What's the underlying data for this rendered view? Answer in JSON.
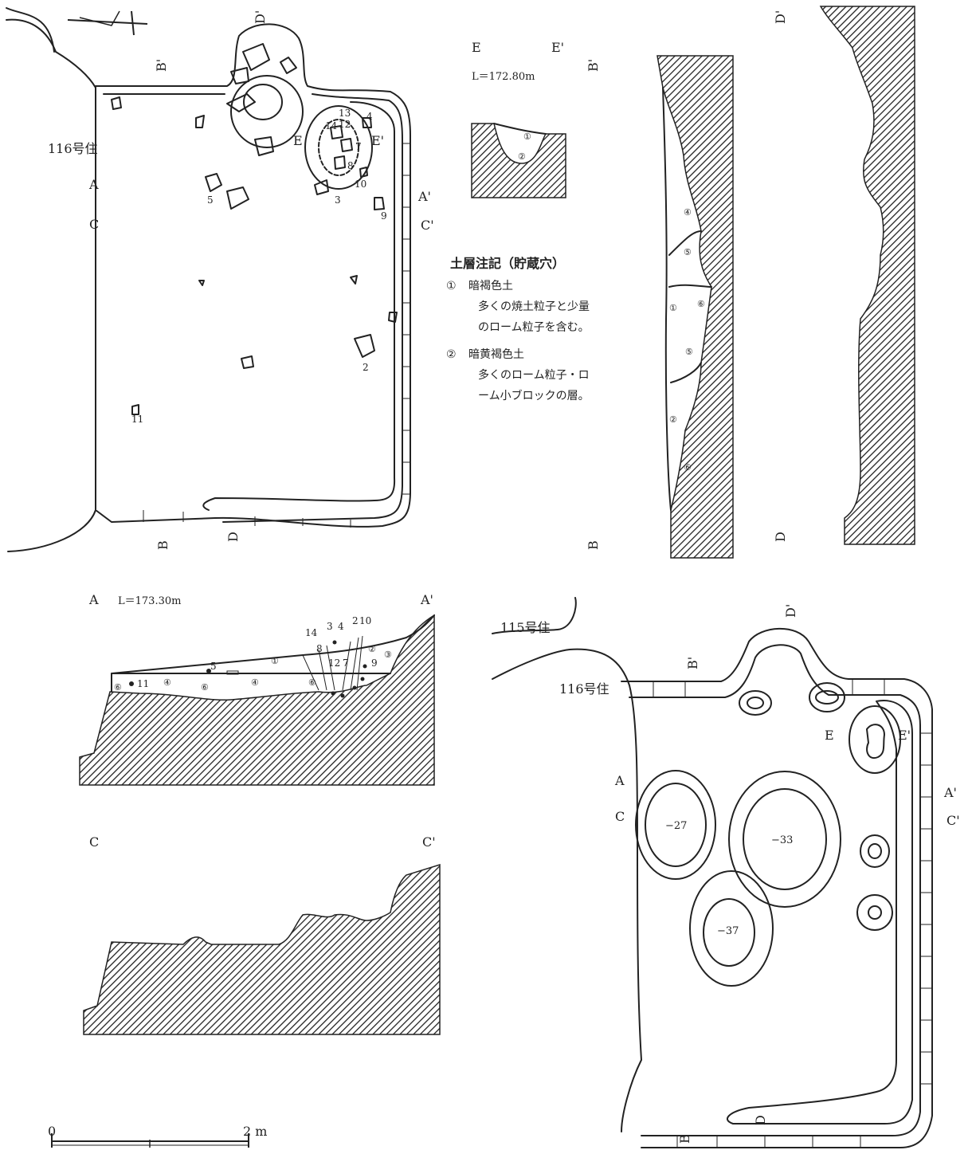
{
  "plan1": {
    "house_label": "116号住",
    "markers": {
      "A": "A",
      "A_prime": "A'",
      "B": "B",
      "B_prime": "B'",
      "C": "C",
      "C_prime": "C'",
      "D": "D",
      "D_prime": "D'",
      "E": "E",
      "E_prime": "E'"
    },
    "artifacts": [
      "2",
      "3",
      "4",
      "5",
      "7",
      "8",
      "9",
      "10",
      "11",
      "12",
      "13",
      "14"
    ]
  },
  "section_E": {
    "elevation": "L＝172.80m",
    "start": "E",
    "end": "E'",
    "layers": [
      "①",
      "②"
    ]
  },
  "section_B": {
    "start": "B'",
    "end": "B",
    "layers": [
      "④",
      "⑤",
      "①",
      "⑥",
      "⑤",
      "②",
      "⑥"
    ]
  },
  "section_D": {
    "start": "D'",
    "end": "D"
  },
  "section_A": {
    "elevation": "L＝173.30m",
    "start": "A",
    "end": "A'",
    "layers": [
      "①",
      "②",
      "③",
      "④",
      "④",
      "⑥",
      "⑥",
      "⑥"
    ],
    "artifacts": [
      "2",
      "3",
      "4",
      "5",
      "7",
      "8",
      "9",
      "10",
      "11",
      "12",
      "14"
    ]
  },
  "section_C": {
    "start": "C",
    "end": "C'"
  },
  "plan2": {
    "house_label_115": "115号住",
    "house_label_116": "116号住",
    "depths": [
      "−27",
      "−33",
      "−37"
    ],
    "markers": {
      "A": "A",
      "A_prime": "A'",
      "B": "B",
      "B_prime": "B'",
      "C": "C",
      "C_prime": "C'",
      "D": "D",
      "D_prime": "D'",
      "E": "E",
      "E_prime": "E'"
    }
  },
  "notes": {
    "title": "土層注記（貯蔵穴）",
    "items": [
      {
        "num": "①",
        "name": "暗褐色土",
        "desc1": "多くの焼土粒子と少量",
        "desc2": "のローム粒子を含む。"
      },
      {
        "num": "②",
        "name": "暗黄褐色土",
        "desc1": "多くのローム粒子・ロ",
        "desc2": "ーム小ブロックの層。"
      }
    ]
  },
  "scale_bar": {
    "start": "0",
    "end": "2 m"
  }
}
